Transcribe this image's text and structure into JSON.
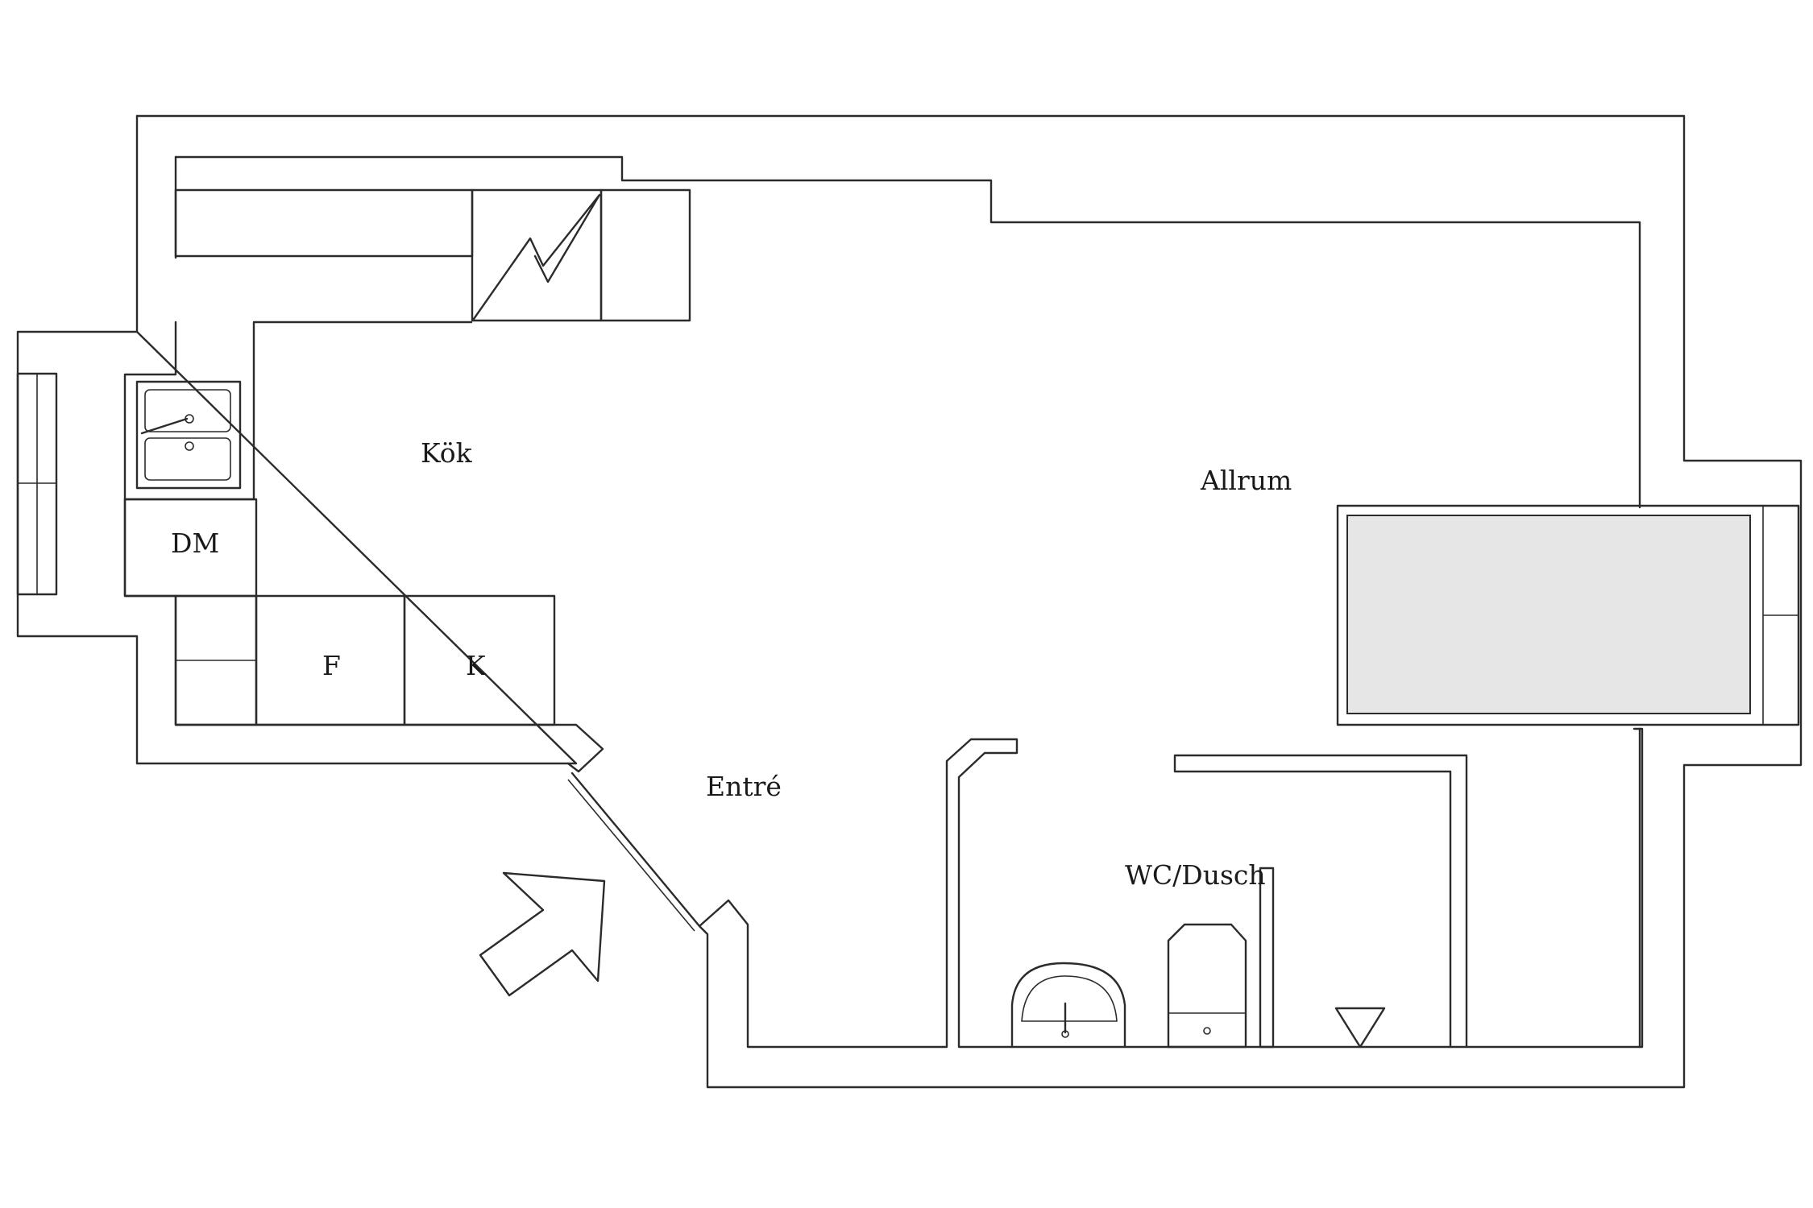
{
  "floorplan": {
    "rooms": {
      "kitchen": "Kök",
      "living_room": "Allrum",
      "entrance": "Entré",
      "bathroom": "WC/Dusch"
    },
    "appliances": {
      "dishwasher": "DM",
      "freezer": "F",
      "fridge": "K"
    },
    "colors": {
      "line": "#2b2b2b",
      "bed_fill": "#e6e6e6",
      "background": "#ffffff"
    }
  }
}
